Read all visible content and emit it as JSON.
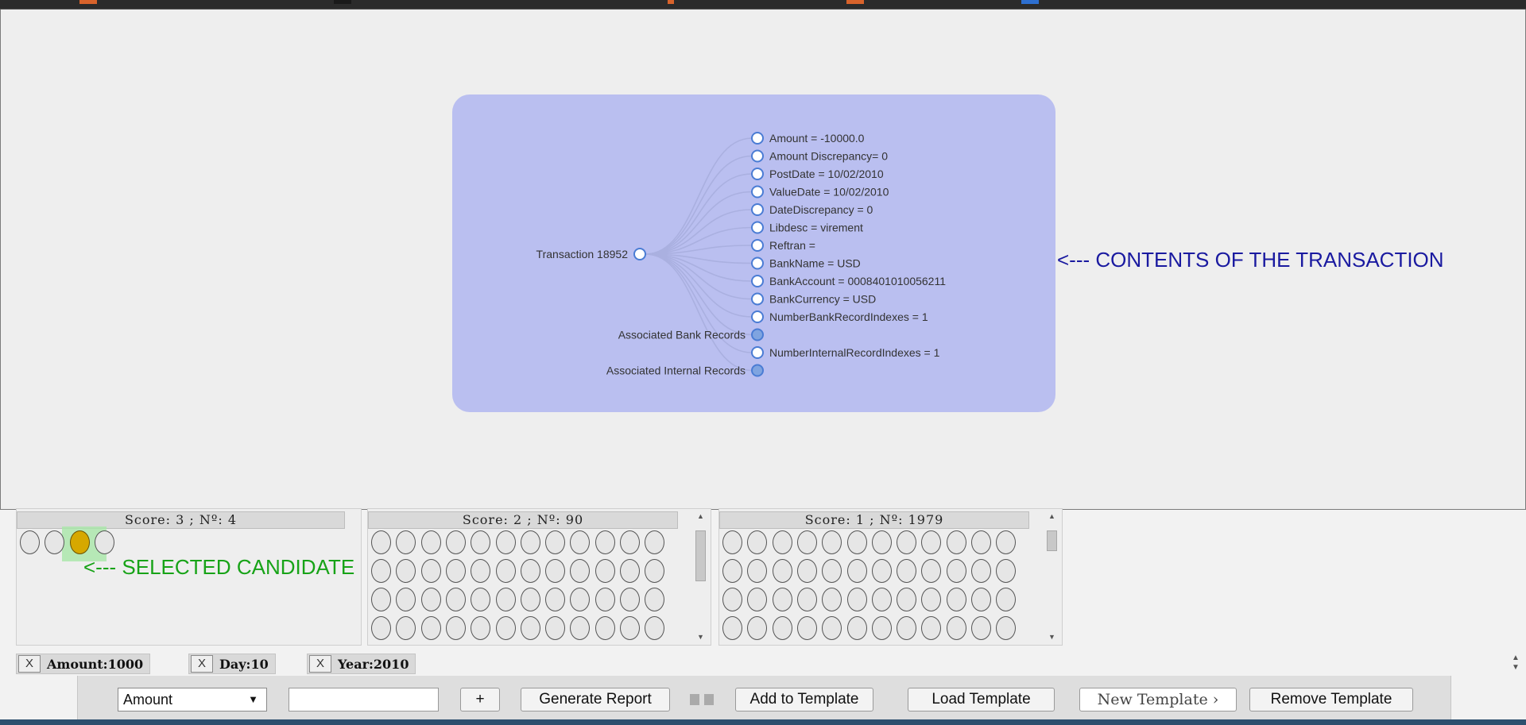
{
  "tree": {
    "root_label": "Transaction 18952",
    "leaves": [
      "Amount = -10000.0",
      "Amount Discrepancy= 0",
      "PostDate = 10/02/2010",
      "ValueDate = 10/02/2010",
      "DateDiscrepancy = 0",
      "Libdesc = virement",
      "Reftran =",
      "BankName = USD",
      "BankAccount = 0008401010056211",
      "BankCurrency = USD",
      "NumberBankRecordIndexes = 1",
      "",
      "NumberInternalRecordIndexes = 1",
      ""
    ],
    "side_labels": [
      "Associated Bank Records",
      "Associated Internal Records"
    ],
    "colors": {
      "panel": "#babff0",
      "node_stroke": "#4a7cd4",
      "node_filled": "#7fa4e0",
      "link": "#aab0e0"
    }
  },
  "annotations": {
    "transaction": "<--- CONTENTS OF THE TRANSACTION",
    "selected": "<--- SELECTED CANDIDATE"
  },
  "candidates": [
    {
      "title": "Score: 3 ; Nº: 4",
      "count": 4,
      "selected_index": 2
    },
    {
      "title": "Score: 2 ; Nº: 90",
      "count": 48
    },
    {
      "title": "Score: 1 ; Nº: 1979",
      "count": 48
    }
  ],
  "filters": [
    {
      "x": "X",
      "label": "Amount:1000"
    },
    {
      "x": "X",
      "label": "Day:10"
    },
    {
      "x": "X",
      "label": "Year:2010"
    }
  ],
  "toolbar": {
    "field_select": "Amount",
    "value_input": "",
    "add_label": "+",
    "generate_report": "Generate Report",
    "add_to_template": "Add to Template",
    "load_template": "Load Template",
    "new_template": "New Template ›",
    "remove_template": "Remove Template"
  },
  "icons": {
    "caret": "▼",
    "scroll_up": "▲",
    "scroll_down": "▼"
  }
}
